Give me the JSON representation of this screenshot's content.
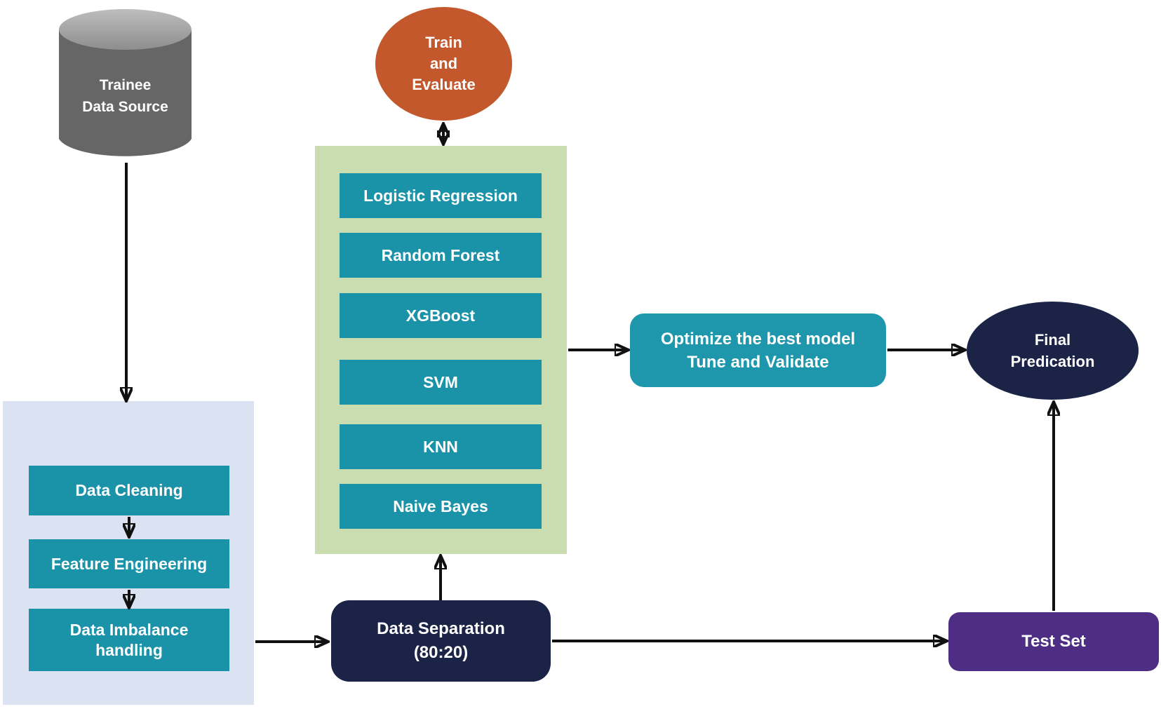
{
  "nodes": {
    "data_source": {
      "line1": "Trainee",
      "line2": "Data Source"
    },
    "train_evaluate": {
      "line1": "Train",
      "line2": "and",
      "line3": "Evaluate"
    },
    "models": [
      "Logistic Regression",
      "Random Forest",
      "XGBoost",
      "SVM",
      "KNN",
      "Naive Bayes"
    ],
    "preprocessing": [
      "Data Cleaning",
      "Feature Engineering",
      "Data Imbalance handling"
    ],
    "data_separation": {
      "line1": "Data Separation",
      "line2": "(80:20)"
    },
    "optimize": {
      "line1": "Optimize the best model",
      "line2": "Tune and Validate"
    },
    "final_prediction": {
      "line1": "Final",
      "line2": "Predication"
    },
    "test_set": {
      "label": "Test Set"
    }
  },
  "colors": {
    "teal": "#1a92a8",
    "green_panel": "#c9ddb0",
    "blue_panel": "#dbe2f2",
    "navy": "#1b2347",
    "purple": "#4e2e85",
    "orange": "#c2582c",
    "cylinder_gray": "#666666",
    "arrow": "#111111",
    "label_text": "#ffffff"
  }
}
